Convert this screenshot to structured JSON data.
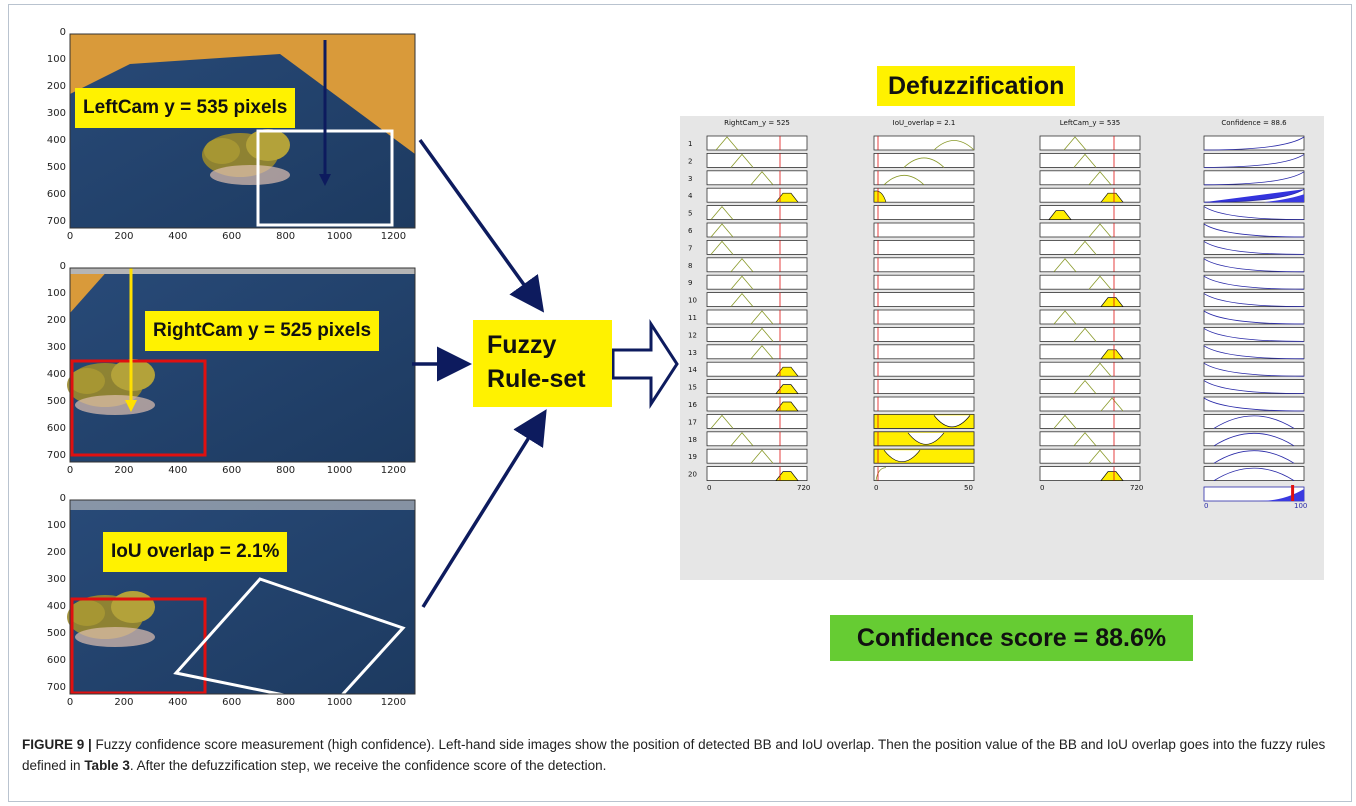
{
  "images": [
    {
      "label": "LeftCam y = 535 pixels"
    },
    {
      "label": "RightCam y = 525 pixels"
    },
    {
      "label": "IoU overlap = 2.1%"
    }
  ],
  "image_axes": {
    "y_ticks": [
      "0",
      "100",
      "200",
      "300",
      "400",
      "500",
      "600",
      "700"
    ],
    "x_ticks": [
      "0",
      "200",
      "400",
      "600",
      "800",
      "1000",
      "1200"
    ]
  },
  "fuzzy_box": {
    "line1": "Fuzzy",
    "line2": "Rule-set"
  },
  "defuzz_title": "Defuzzification",
  "fis": {
    "columns": [
      {
        "title": "RightCam_y = 525",
        "min": "0",
        "max": "720"
      },
      {
        "title": "IoU_overlap = 2.1",
        "min": "0",
        "max": "50"
      },
      {
        "title": "LeftCam_y = 535",
        "min": "0",
        "max": "720"
      },
      {
        "title": "Confidence = 88.6",
        "min": "0",
        "max": "100"
      }
    ],
    "rows": [
      "1",
      "2",
      "3",
      "4",
      "5",
      "6",
      "7",
      "8",
      "9",
      "10",
      "11",
      "12",
      "13",
      "14",
      "15",
      "16",
      "17",
      "18",
      "19",
      "20"
    ]
  },
  "confidence_label": "Confidence score = 88.6%",
  "caption": {
    "figure": "FIGURE 9 |",
    "text1": " Fuzzy confidence score measurement (high confidence). Left-hand side images show the position of detected BB and IoU overlap. Then the position value of the BB and IoU overlap goes into the fuzzy rules defined in ",
    "table_ref": "Table 3",
    "text2": ". After the defuzzification step, we receive the confidence score of the detection."
  },
  "colors": {
    "label_yellow": "#fff200",
    "confidence_green": "#66cc33",
    "arrow_navy": "#0d1b5e",
    "red_box": "#e01010"
  }
}
